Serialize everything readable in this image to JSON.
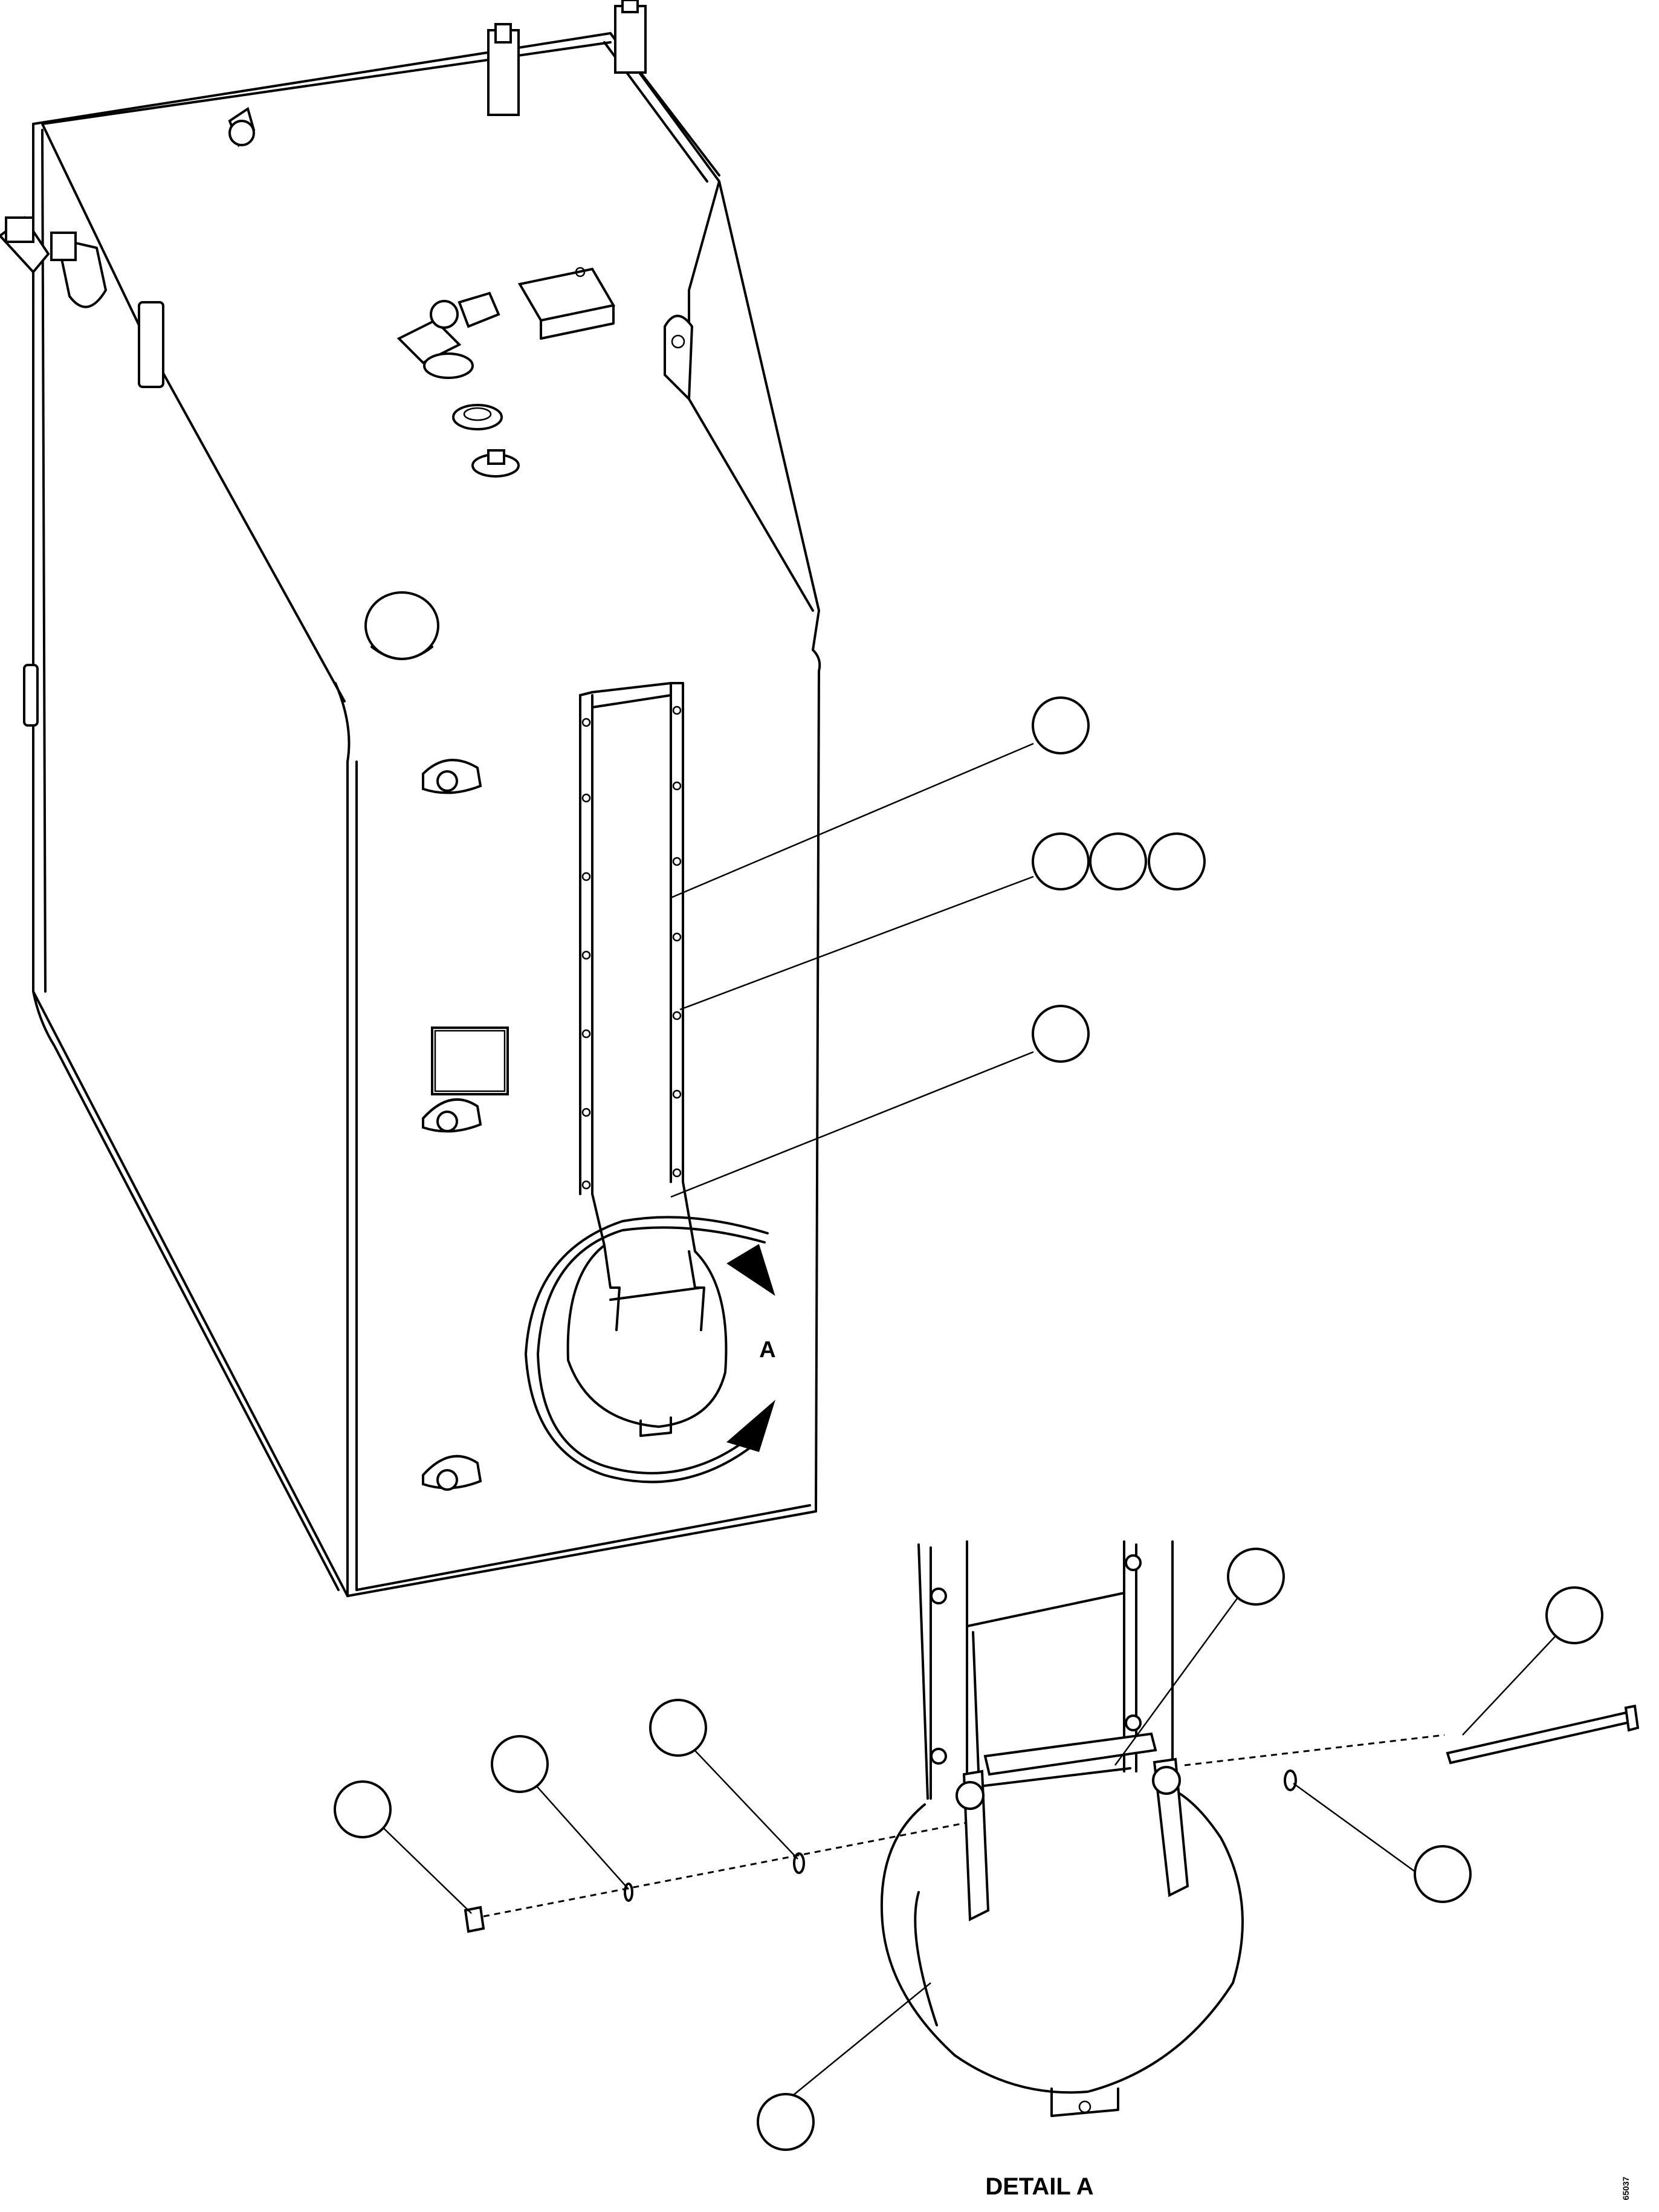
{
  "view_marker": {
    "letter": "A"
  },
  "detail_caption": "DETAIL A",
  "figure_id": "65037",
  "callouts": [
    {
      "id": "c1",
      "label": ""
    },
    {
      "id": "c2a",
      "label": ""
    },
    {
      "id": "c2b",
      "label": ""
    },
    {
      "id": "c2c",
      "label": ""
    },
    {
      "id": "c3",
      "label": ""
    },
    {
      "id": "c4",
      "label": ""
    },
    {
      "id": "c5",
      "label": ""
    },
    {
      "id": "c6",
      "label": ""
    },
    {
      "id": "c7",
      "label": ""
    },
    {
      "id": "c8",
      "label": ""
    },
    {
      "id": "c9",
      "label": ""
    },
    {
      "id": "c10",
      "label": ""
    }
  ]
}
